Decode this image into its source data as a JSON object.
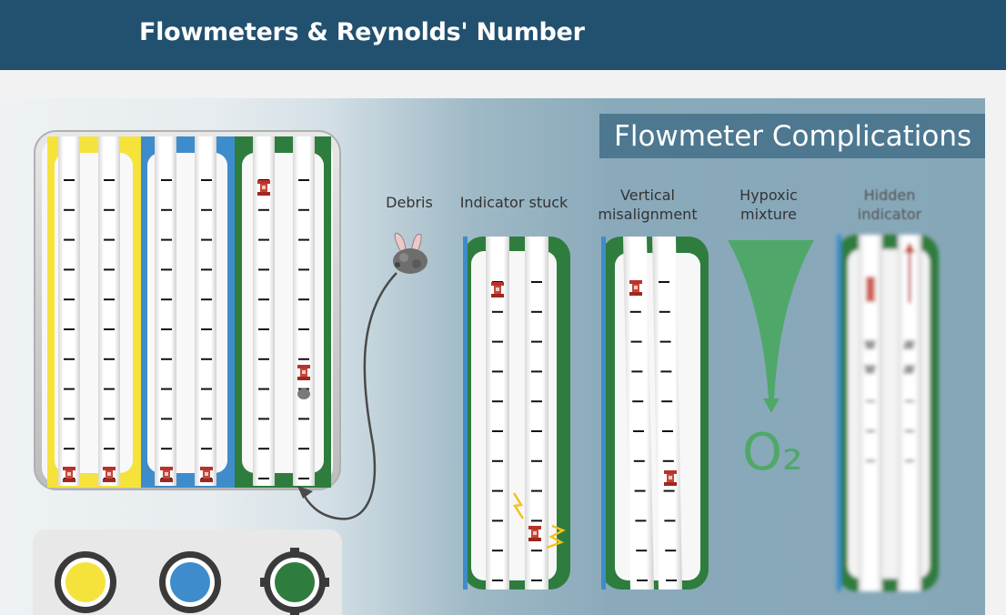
{
  "header": {
    "title": "Flowmeters & Reynolds' Number"
  },
  "panel": {
    "title": "Flowmeter Complications"
  },
  "labels": {
    "debris": "Debris",
    "indicator_stuck": "Indicator stuck",
    "vertical_line1": "Vertical",
    "vertical_line2": "misalignment",
    "hypoxic_line1": "Hypoxic",
    "hypoxic_line2": "mixture",
    "hidden_line1": "Hidden",
    "hidden_line2": "indicator",
    "oxygen_symbol": "O₂"
  },
  "colors": {
    "header_bg": "#22506f",
    "title_bar_bg": "#4d7890",
    "yellow_gas": "#f5e33c",
    "blue_gas": "#3e8ccb",
    "green_gas": "#2e7d3e",
    "bobbin_red": "#b8322a",
    "o2_green": "#4fa869",
    "spark_yellow": "#f2c31a"
  },
  "flowmeters": {
    "air": {
      "color": "yellow",
      "tubes": 2,
      "bobbin_levels": [
        0.0,
        0.0
      ]
    },
    "nitrous": {
      "color": "blue",
      "tubes": 2,
      "bobbin_levels": [
        0.0,
        0.0
      ]
    },
    "oxygen": {
      "color": "green",
      "tubes": 2,
      "bobbin_levels": [
        1.0,
        0.35
      ]
    }
  },
  "knobs": [
    {
      "name": "yellow-knob",
      "color": "yellow"
    },
    {
      "name": "blue-knob",
      "color": "blue"
    },
    {
      "name": "green-knob",
      "color": "green"
    }
  ]
}
